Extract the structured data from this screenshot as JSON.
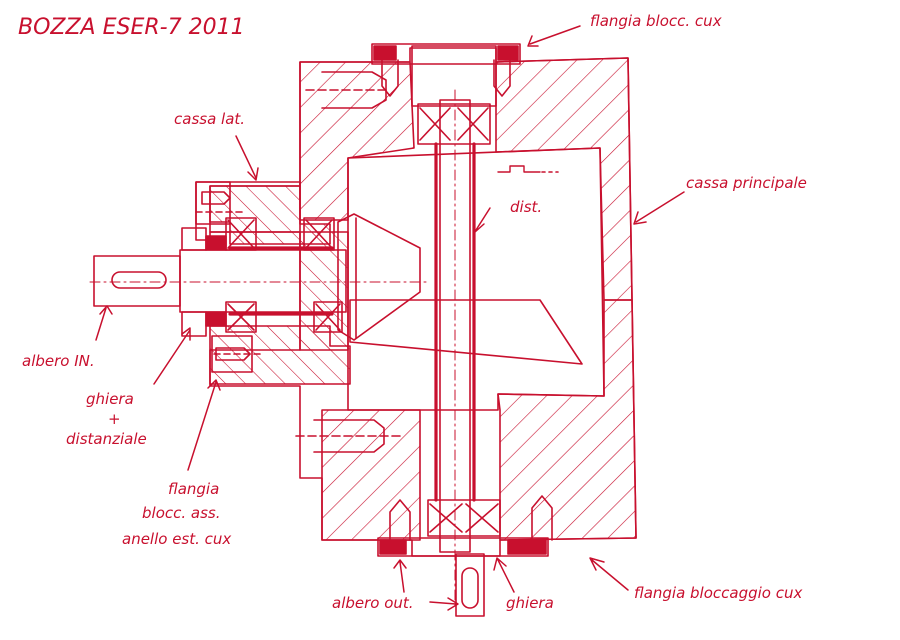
{
  "title": "BOZZA ESER-7 2011",
  "colors": {
    "ink": "#c8102e",
    "paper": "#ffffff"
  },
  "labels": {
    "flangia_top": "flangia blocc. cux",
    "cassa_lat": "cassa lat.",
    "cassa_principale": "cassa principale",
    "dist": "dist.",
    "albero_in": "albero IN.",
    "ghiera_line1": "ghiera",
    "ghiera_line2": "+",
    "ghiera_line3": "distanziale",
    "flangia_left_line1": "flangia",
    "flangia_left_line2": "blocc. ass.",
    "flangia_left_line3": "anello est. cux",
    "albero_out": "albero out.",
    "ghiera_bottom": "ghiera",
    "flangia_bottom": "flangia bloccaggio cux"
  }
}
